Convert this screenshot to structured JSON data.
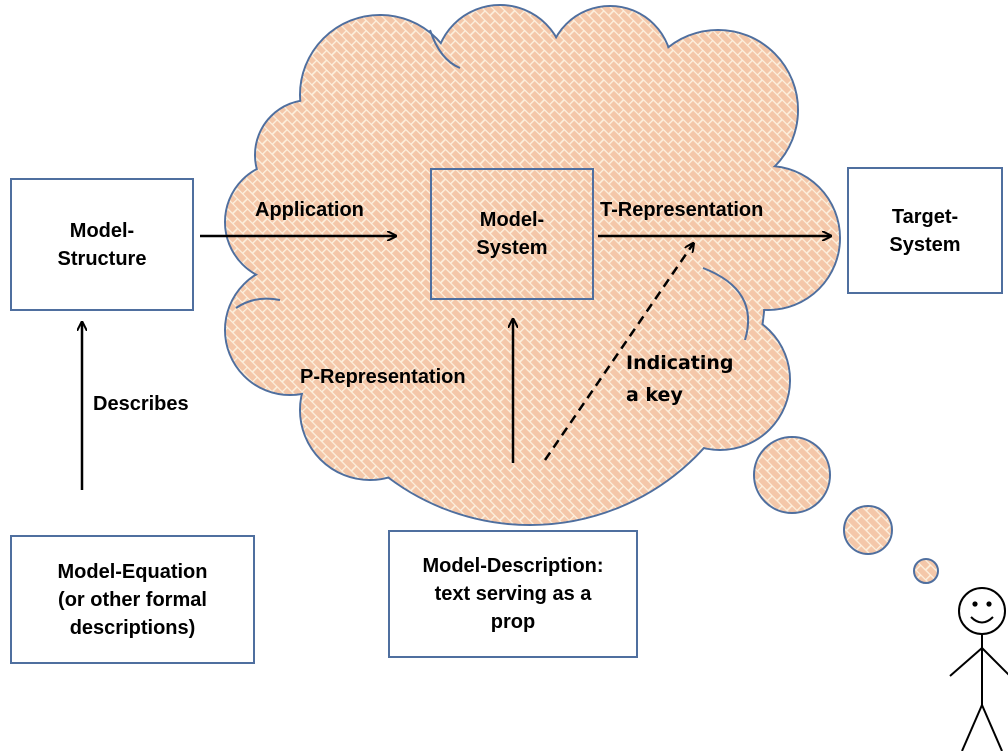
{
  "colors": {
    "cloud_fill": "#f4c7a9",
    "cloud_stroke": "#4f6f9f",
    "brick_line": "#fdf1df",
    "box_border": "#4f6f9f",
    "text": "#000000"
  },
  "boxes": {
    "model_structure": "Model-\nStructure",
    "model_system": "Model-\nSystem",
    "target_system": "Target-\nSystem",
    "model_equation": "Model-Equation\n(or other formal\ndescriptions)",
    "model_description": "Model-Description:\ntext serving as a\nprop"
  },
  "labels": {
    "application": "Application",
    "t_representation": "T-Representation",
    "p_representation": "P-Representation",
    "indicating_key": "Indicating\na key",
    "describes": "Describes"
  },
  "icons": {
    "stick_figure": "person-icon",
    "thought_bubbles": "thought-bubble-icon"
  }
}
